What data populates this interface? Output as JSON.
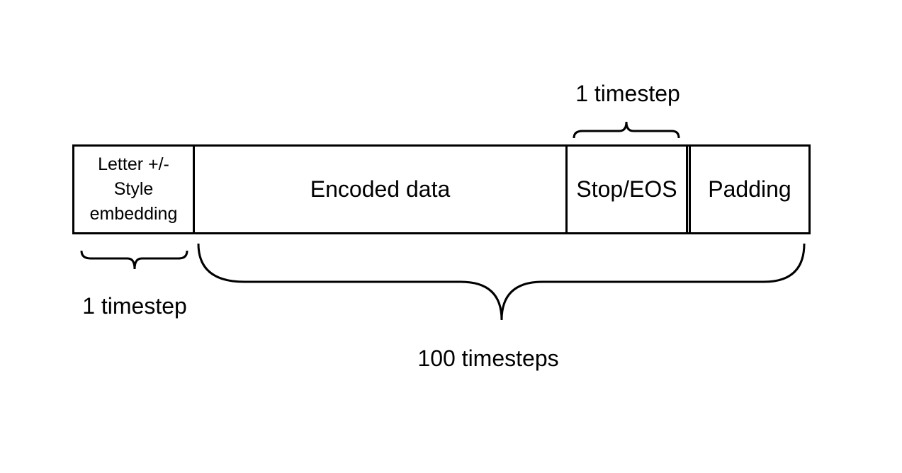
{
  "segments": {
    "letter_lines": [
      "Letter +/-",
      "Style",
      "embedding"
    ],
    "encoded": "Encoded data",
    "stop": "Stop/EOS",
    "padding": "Padding"
  },
  "annotations": {
    "top_brace_label": "1 timestep",
    "left_brace_label": "1 timestep",
    "bottom_brace_label": "100 timesteps"
  }
}
